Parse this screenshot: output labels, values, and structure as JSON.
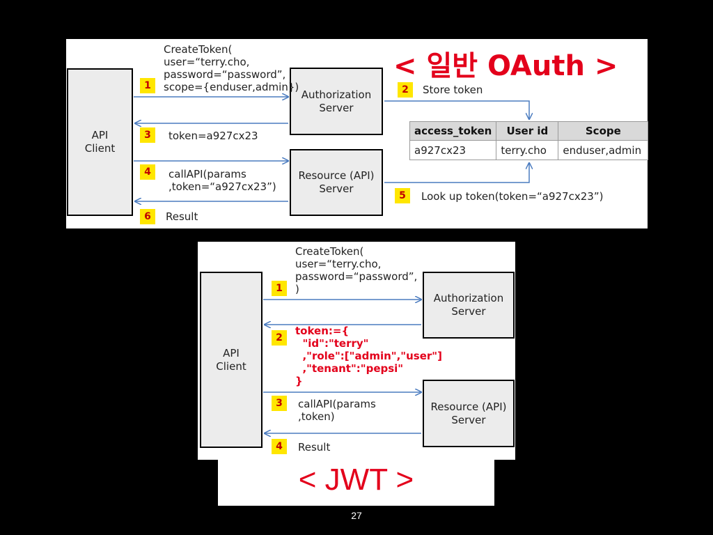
{
  "oauth": {
    "title": "< 일반 OAuth >",
    "api_client": "API\nClient",
    "auth_server": "Authorization\nServer",
    "resource_server": "Resource (API)\nServer",
    "steps": [
      {
        "num": "1",
        "text": "CreateToken(\nuser=“terry.cho,\npassword=“password”,\nscope={enduser,admin})"
      },
      {
        "num": "2",
        "text": "Store token"
      },
      {
        "num": "3",
        "text": "token=a927cx23"
      },
      {
        "num": "4",
        "text": "callAPI(params\n,token=“a927cx23”)"
      },
      {
        "num": "5",
        "text": "Look up token(token=“a927cx23”)"
      },
      {
        "num": "6",
        "text": "Result"
      }
    ],
    "table": {
      "headers": [
        "access_token",
        "User id",
        "Scope"
      ],
      "row": [
        "a927cx23",
        "terry.cho",
        "enduser,admin"
      ]
    }
  },
  "jwt": {
    "title": "< JWT >",
    "api_client": "API\nClient",
    "auth_server": "Authorization\nServer",
    "resource_server": "Resource (API)\nServer",
    "steps": [
      {
        "num": "1",
        "text": "CreateToken(\nuser=“terry.cho,\npassword=“password”,\n)"
      },
      {
        "num": "2",
        "text": "token:={\n  \"id\":\"terry\"\n  ,\"role\":[\"admin\",\"user\"]\n  ,\"tenant\":\"pepsi\"\n}"
      },
      {
        "num": "3",
        "text": "callAPI(params\n,token)"
      },
      {
        "num": "4",
        "text": "Result"
      }
    ]
  },
  "page_number": "27"
}
